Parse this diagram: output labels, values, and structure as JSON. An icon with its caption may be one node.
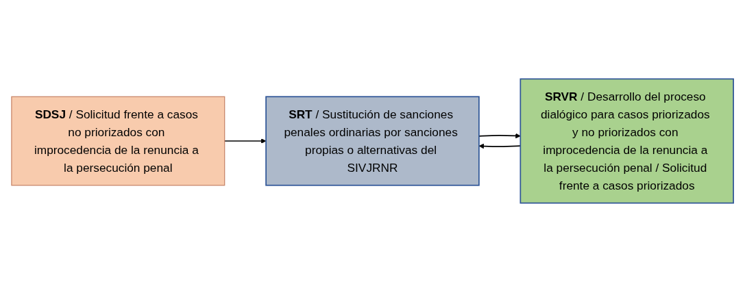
{
  "diagram": {
    "nodes": [
      {
        "text": [
          "**SDSJ** / Solicitud frente a casos no priorizados con improcedencia de la renuncia a la persecución penal"
        ]
      },
      {
        "text": [
          "**SRVR** / Desarrollo del proceso dialógico para casos priorizados y no priorizados con improcedencia de la renuncia a la persecución penal / Solicitud frente a casos priorizados"
        ]
      },
      {
        "text": [
          "**SRT** / Sustitución de sanciones penales ordinarias por sanciones propias o alternativas del SIVJRNR"
        ]
      }
    ],
    "edges": [
      {
        "from": 0,
        "to": 2,
        "arrow": "to"
      },
      {
        "from": 2,
        "to": 1,
        "arrow": "to"
      },
      {
        "from": 1,
        "to": 2,
        "arrow": "to"
      }
    ]
  }
}
